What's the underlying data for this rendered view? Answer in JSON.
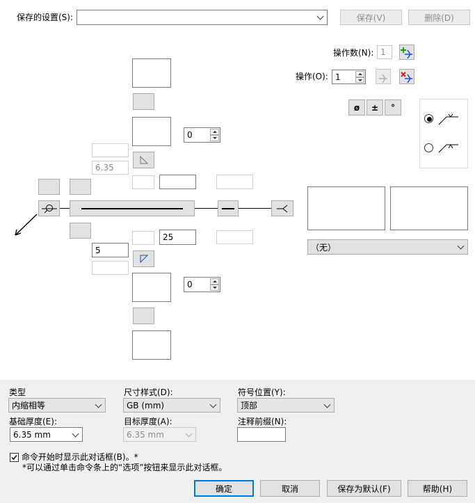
{
  "header": {
    "saved_settings_label": "保存的设置(S):",
    "saved_settings_value": "",
    "save_button": "保存(V)",
    "delete_button": "删除(D)"
  },
  "operations": {
    "count_label": "操作数(N):",
    "count_value": "1",
    "op_label": "操作(O):",
    "op_value": "1"
  },
  "symbols": {
    "diameter": "ø",
    "plusminus": "±",
    "degree": "°"
  },
  "weld": {
    "upper_spin": "0",
    "lower_spin": "0",
    "top_size_placeholder": "6.35",
    "bottom_size": "5",
    "bottom_length": "25"
  },
  "note_dropdown": "（无）",
  "bottom": {
    "type_label": "类型",
    "type_value": "内缩相等",
    "dim_style_label": "尺寸样式(D):",
    "dim_style_value": "GB (mm)",
    "symbol_pos_label": "符号位置(Y):",
    "symbol_pos_value": "顶部",
    "base_thick_label": "基础厚度(E):",
    "base_thick_value": "6.35 mm",
    "target_thick_label": "目标厚度(A):",
    "target_thick_value": "6.35 mm",
    "note_prefix_label": "注释前缀(N):",
    "note_prefix_value": "",
    "show_dialog_label": "命令开始时显示此对话框(B)。*",
    "hint": "*可以通过单击命令条上的“选项”按钮来显示此对话框。",
    "ok": "确定",
    "cancel": "取消",
    "save_default": "保存为默认(F)",
    "help": "帮助(H)"
  }
}
